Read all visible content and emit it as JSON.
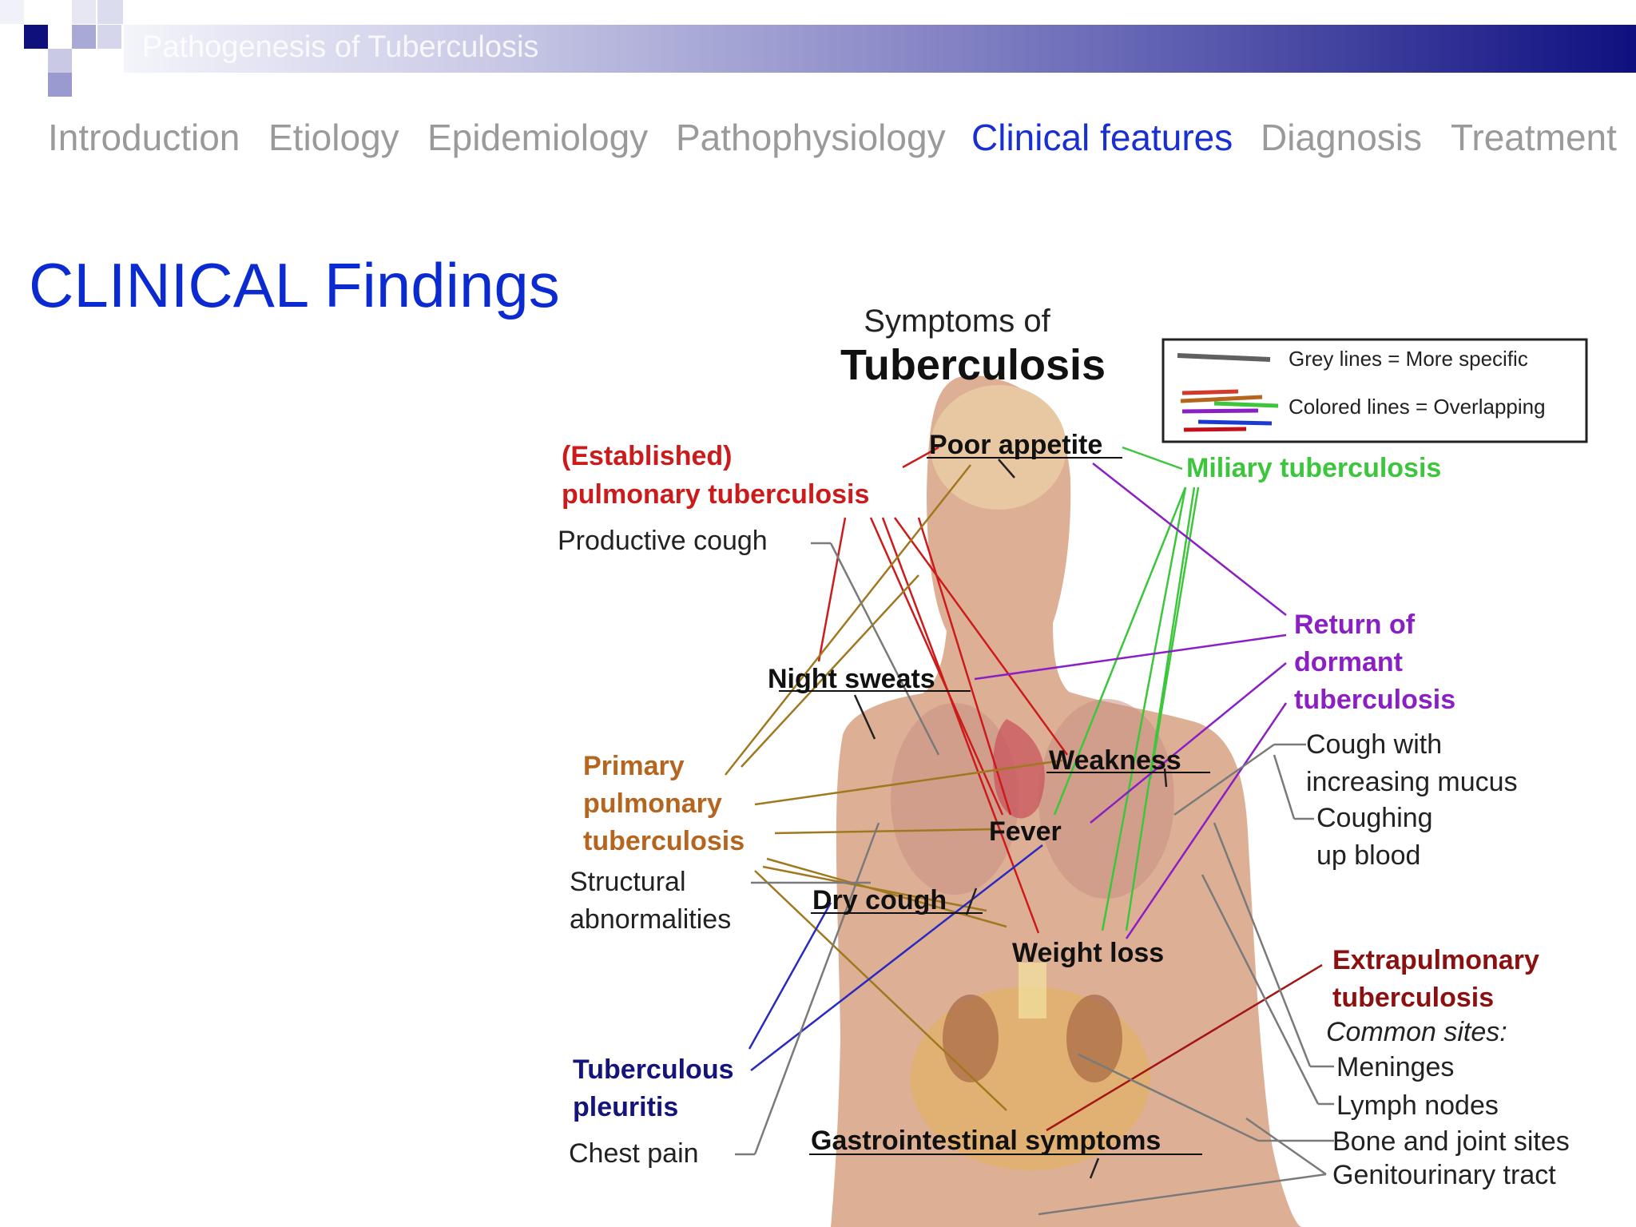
{
  "header": {
    "deck_title": "Pathogenesis of Tuberculosis"
  },
  "nav": {
    "items": [
      {
        "label": "Introduction"
      },
      {
        "label": "Etiology"
      },
      {
        "label": "Epidemiology"
      },
      {
        "label": "Pathophysiology"
      },
      {
        "label": "Clinical features"
      },
      {
        "label": "Diagnosis"
      },
      {
        "label": "Treatment"
      }
    ],
    "active_index": 4
  },
  "slide": {
    "title": "CLINICAL Findings"
  },
  "figure": {
    "heading_small": "Symptoms of",
    "heading_large": "Tuberculosis",
    "legend": {
      "grey": "Grey lines = More specific",
      "colored": "Colored lines = Overlapping"
    },
    "groups": {
      "established_line1": "(Established)",
      "established_line2": "pulmonary tuberculosis",
      "productive_cough": "Productive cough",
      "miliary": "Miliary tuberculosis",
      "return_line1": "Return of",
      "return_line2": "dormant",
      "return_line3": "tuberculosis",
      "cough_line1": "Cough with",
      "cough_line2": "increasing mucus",
      "blood_line1": "Coughing",
      "blood_line2": "up blood",
      "primary_line1": "Primary",
      "primary_line2": "pulmonary",
      "primary_line3": "tuberculosis",
      "structural_line1": "Structural",
      "structural_line2": "abnormalities",
      "pleuritis_line1": "Tuberculous",
      "pleuritis_line2": "pleuritis",
      "chest_pain": "Chest pain",
      "extra_line1": "Extrapulmonary",
      "extra_line2": "tuberculosis",
      "common_sites": "Common sites:",
      "sites": [
        "Meninges",
        "Lymph nodes",
        "Bone and joint sites",
        "Genitourinary tract"
      ]
    },
    "symptoms": {
      "poor_appetite": "Poor appetite",
      "night_sweats": "Night sweats",
      "weakness": "Weakness",
      "fever": "Fever",
      "dry_cough": "Dry cough",
      "weight_loss": "Weight loss",
      "gastro": "Gastrointestinal symptoms"
    },
    "colors": {
      "established": "#cc1b1b",
      "miliary": "#3cc63c",
      "return": "#8a1fc4",
      "primary": "#b5651d",
      "pleuritis": "#14147a",
      "extra": "#8b1111",
      "grey": "#707070"
    }
  }
}
